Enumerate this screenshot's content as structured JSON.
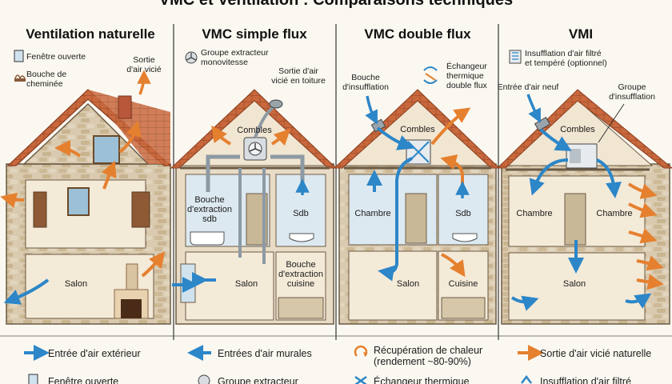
{
  "title": "VMC et Ventilation : Comparaisons techniques",
  "panels": {
    "p1": {
      "header": "Ventilation naturelle",
      "legend": [
        "Fenêtre ouverte",
        "Bouche de",
        "cheminée"
      ],
      "callout": [
        "Sortie",
        "d'air vicié"
      ],
      "rooms": {
        "salon": "Salon"
      }
    },
    "p2": {
      "header": "VMC simple flux",
      "legend": [
        "Groupe extracteur",
        "monovitesse"
      ],
      "callout": [
        "Sortie d'air",
        "vicié en toiture"
      ],
      "rooms": {
        "combles": "Combles",
        "bouche_sdb": [
          "Bouche",
          "d'extraction",
          "sdb"
        ],
        "sdb": "Sdb",
        "salon": "Salon",
        "bouche_cuisine": [
          "Bouche",
          "d'extraction",
          "cuisine"
        ]
      }
    },
    "p3": {
      "header": "VMC double flux",
      "callout_left": [
        "Bouche",
        "d'insufflation"
      ],
      "callout_right": [
        "Échangeur",
        "thermique",
        "double flux"
      ],
      "rooms": {
        "combles": "Combles",
        "chambre": "Chambre",
        "sdb": "Sdb",
        "salon": "Salon",
        "cuisine": "Cuisine"
      }
    },
    "p4": {
      "header": "VMI",
      "legend": [
        "Insufflation d'air filtré",
        "et tempéré (optionnel)"
      ],
      "callout_left": "Entrée d'air neuf",
      "callout_right": [
        "Groupe",
        "d'insufflation"
      ],
      "rooms": {
        "combles": "Combles",
        "chambre_left": "Chambre",
        "chambre_right": "Chambre",
        "salon": "Salon"
      }
    }
  },
  "bottom_legend": {
    "row1": [
      "Entrée d'air extérieur",
      "Entrées d'air murales",
      "Récupération de chaleur",
      "(rendement ~80-90%)",
      "Sortie d'air vicié naturelle"
    ],
    "row2": [
      "Fenêtre ouverte",
      "Groupe extracteur",
      "Échangeur thermique",
      "Insufflation d'air filtré"
    ]
  },
  "colors": {
    "blue": "#2c86c8",
    "orange": "#e5802f",
    "roof": "#c7643a",
    "stone": "#d8c9ad",
    "wall": "#f4ead8",
    "bath": "#dde9f1"
  }
}
